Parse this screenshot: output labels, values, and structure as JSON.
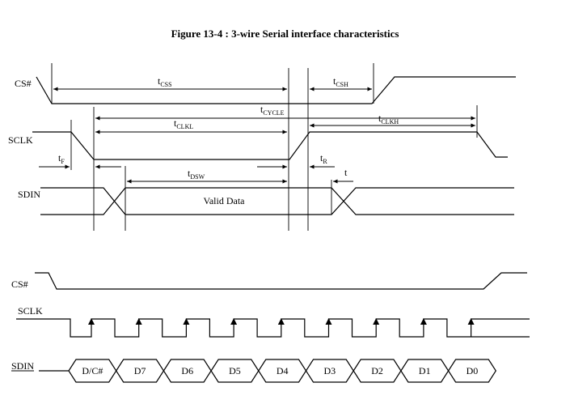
{
  "figure": {
    "title": "Figure 13-4 : 3-wire Serial interface characteristics"
  },
  "timing_diagram": {
    "signals": {
      "cs": "CS#",
      "sclk": "SCLK",
      "sdin": "SDIN"
    },
    "parameters": {
      "tcss": {
        "main": "t",
        "sub": "CSS"
      },
      "tcsh": {
        "main": "t",
        "sub": "CSH"
      },
      "tcycle": {
        "main": "t",
        "sub": "CYCLE"
      },
      "tclkl": {
        "main": "t",
        "sub": "CLKL"
      },
      "tclkh": {
        "main": "t",
        "sub": "CLKH"
      },
      "tf": {
        "main": "t",
        "sub": "F"
      },
      "tr": {
        "main": "t",
        "sub": "R"
      },
      "tdsw": {
        "main": "t",
        "sub": "DSW"
      },
      "t_hold": {
        "main": "t",
        "sub": ""
      }
    },
    "data_label": "Valid Data"
  },
  "bit_sequence": {
    "signals": {
      "cs": "CS#",
      "sclk": "SCLK",
      "sdin": "SDIN"
    },
    "bits": [
      "D/C#",
      "D7",
      "D6",
      "D5",
      "D4",
      "D3",
      "D2",
      "D1",
      "D0"
    ]
  }
}
